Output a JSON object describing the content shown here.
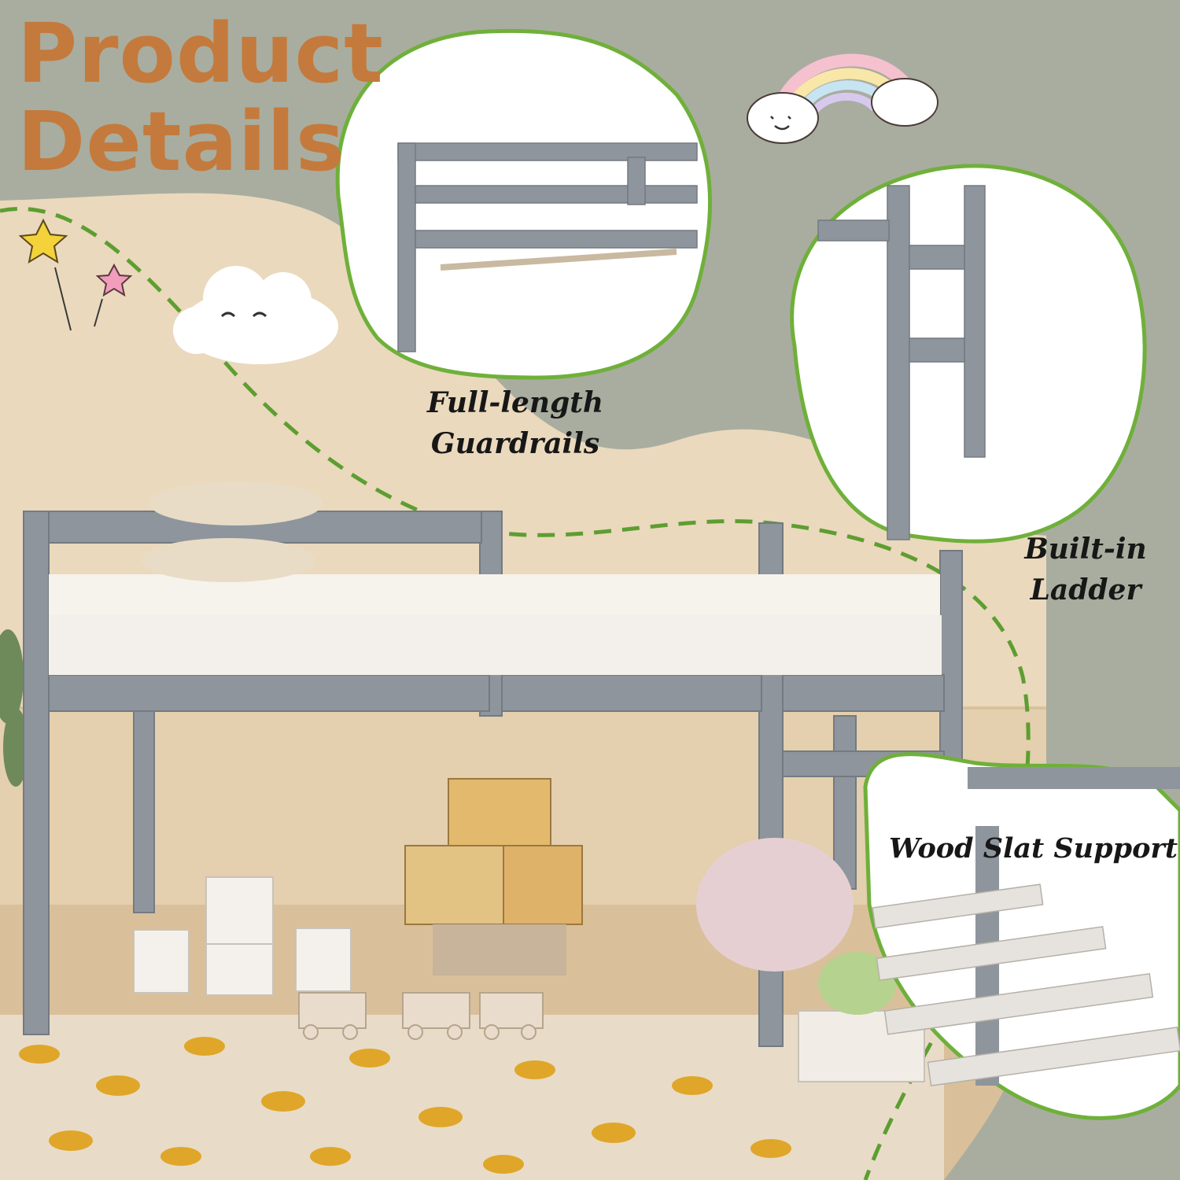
{
  "title": {
    "line1": "Product",
    "line2": "Details"
  },
  "callouts": [
    {
      "label_line1": "Full-length",
      "label_line2": "Guardrails"
    },
    {
      "label_line1": "Built-in",
      "label_line2": "Ladder"
    },
    {
      "label_line1": "Wood Slat Support"
    }
  ],
  "colors": {
    "background": "#a9ad9f",
    "title": "#c47a3c",
    "callout_border": "#6fb03a",
    "bed_frame": "#8e959c",
    "wall": "#ead9bd",
    "floor": "#d9c09a"
  }
}
